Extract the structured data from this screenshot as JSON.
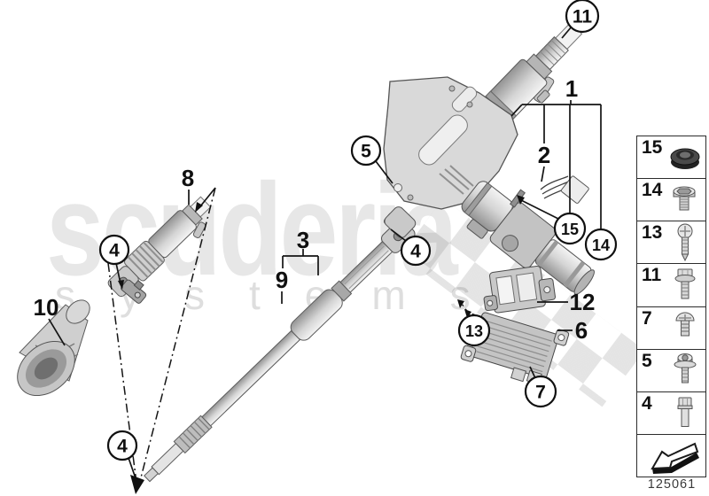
{
  "watermark": {
    "brand": "scuderia",
    "tagline": "systems"
  },
  "drawing": {
    "callouts": {
      "c11": "11",
      "c5": "5",
      "c4_upper_left": "4",
      "c4_column_joint": "4",
      "c4_shaft_end": "4",
      "c15": "15",
      "c14": "14",
      "c13": "13",
      "c7": "7"
    },
    "labels": {
      "l1": "1",
      "l2": "2",
      "l3": "3",
      "l6": "6",
      "l8": "8",
      "l9": "9",
      "l10": "10",
      "l12": "12"
    }
  },
  "sidebar": {
    "items": [
      {
        "number": "15",
        "icon": "grommet-icon"
      },
      {
        "number": "14",
        "icon": "plug-screw-icon"
      },
      {
        "number": "13",
        "icon": "tapping-screw-icon"
      },
      {
        "number": "11",
        "icon": "flange-bolt-icon"
      },
      {
        "number": "7",
        "icon": "pan-head-screw-icon"
      },
      {
        "number": "5",
        "icon": "washer-screw-icon"
      },
      {
        "number": "4",
        "icon": "hex-bolt-icon"
      }
    ],
    "arrow_icon": "direction-arrow-icon"
  },
  "footer": {
    "diagram_code": "125061"
  }
}
